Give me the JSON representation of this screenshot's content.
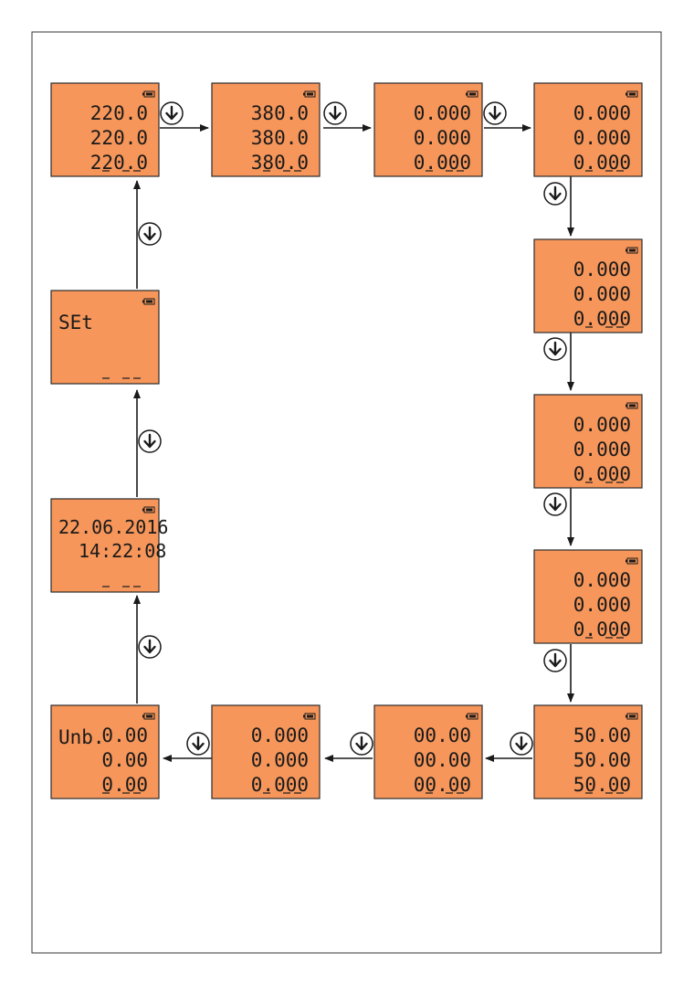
{
  "colors": {
    "lcd_background": "#f6965a",
    "lcd_border": "#2b2b2b",
    "ink": "#1a1a1a",
    "arrow": "#1a1a1a"
  },
  "icons": {
    "next_button": "circled-down-arrow-icon",
    "battery": "battery-icon"
  },
  "screens": [
    {
      "id": "voltage-phase",
      "lines": [
        "220.0",
        "220.0",
        "220.0"
      ]
    },
    {
      "id": "voltage-line",
      "lines": [
        "380.0",
        "380.0",
        "380.0"
      ]
    },
    {
      "id": "current",
      "lines": [
        "0.000",
        "0.000",
        "0.000"
      ]
    },
    {
      "id": "active-power",
      "lines": [
        "0.000",
        "0.000",
        "0.000"
      ]
    },
    {
      "id": "reactive-power",
      "lines": [
        "0.000",
        "0.000",
        "0.000"
      ]
    },
    {
      "id": "apparent-power",
      "lines": [
        "0.000",
        "0.000",
        "0.000"
      ]
    },
    {
      "id": "power-factor",
      "lines": [
        "0.000",
        "0.000",
        "0.000"
      ]
    },
    {
      "id": "frequency",
      "lines": [
        "50.00",
        "50.00",
        "50.00"
      ]
    },
    {
      "id": "screen-9",
      "lines": [
        "00.00",
        "00.00",
        "00.00"
      ]
    },
    {
      "id": "screen-10",
      "lines": [
        "0.000",
        "0.000",
        "0.000"
      ]
    },
    {
      "id": "unbalance",
      "label": "Unb.",
      "lines": [
        "0.00",
        "0.00",
        "0.00"
      ]
    },
    {
      "id": "date-time",
      "lines": [
        "22.06.2016",
        "14:22:08"
      ]
    },
    {
      "id": "set",
      "label": "SEt"
    }
  ]
}
